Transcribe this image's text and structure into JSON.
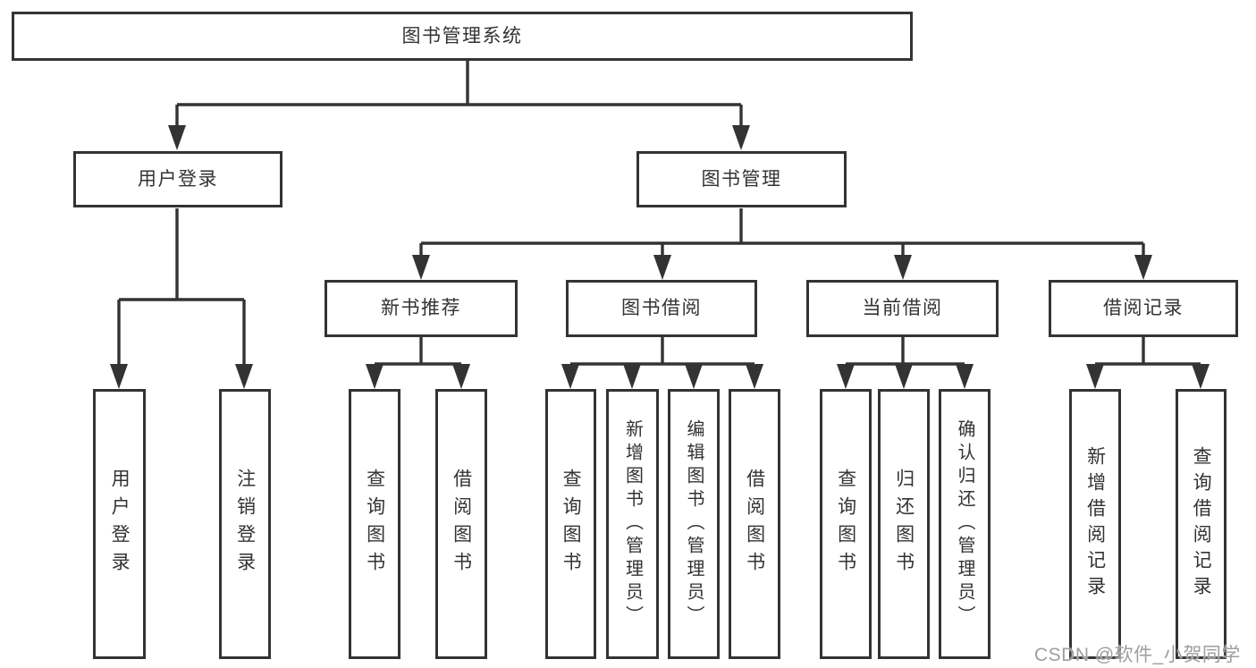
{
  "tree": {
    "root": {
      "label": "图书管理系统",
      "children": [
        {
          "label": "用户登录",
          "children": [
            {
              "label": "用户登录"
            },
            {
              "label": "注销登录"
            }
          ]
        },
        {
          "label": "图书管理",
          "children": [
            {
              "label": "新书推荐",
              "children": [
                {
                  "label": "查询图书"
                },
                {
                  "label": "借阅图书"
                }
              ]
            },
            {
              "label": "图书借阅",
              "children": [
                {
                  "label": "查询图书"
                },
                {
                  "label": "新增图书（管理员）"
                },
                {
                  "label": "编辑图书（管理员）"
                },
                {
                  "label": "借阅图书"
                }
              ]
            },
            {
              "label": "当前借阅",
              "children": [
                {
                  "label": "查询图书"
                },
                {
                  "label": "归还图书"
                },
                {
                  "label": "确认归还（管理员）"
                }
              ]
            },
            {
              "label": "借阅记录",
              "children": [
                {
                  "label": "新增借阅记录"
                },
                {
                  "label": "查询借阅记录"
                }
              ]
            }
          ]
        }
      ]
    }
  },
  "watermark": {
    "text": "CSDN @软件_小贺同学"
  },
  "colors": {
    "line": "#333333",
    "node_border": "#333333",
    "node_text": "#333333",
    "node_background": "#ffffff",
    "watermark_text": "#9e9e9e",
    "background": "#ffffff"
  }
}
